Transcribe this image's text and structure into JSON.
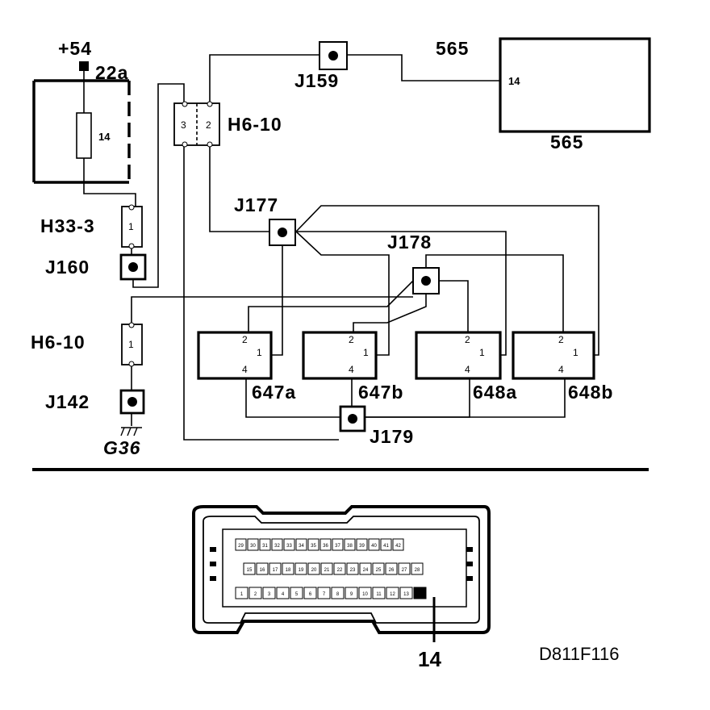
{
  "labels": {
    "supply": "+54",
    "fuse_ref": "22a",
    "fuse_no": "14",
    "ecu_top": "565",
    "ecu_bottom": "565",
    "ecu_pin": "14",
    "j159": "J159",
    "h6_top": "H6-10",
    "h6_pin3": "3",
    "h6_pin2": "2",
    "h33": "H33-3",
    "h33_pin": "1",
    "j160": "J160",
    "j177": "J177",
    "j178": "J178",
    "h6_bottom": "H6-10",
    "h6_bottom_pin": "1",
    "j142": "J142",
    "ground": "G36",
    "j179": "J179",
    "injectors": [
      {
        "name": "647a",
        "pin2": "2",
        "pin1": "1",
        "pin4": "4"
      },
      {
        "name": "647b",
        "pin2": "2",
        "pin1": "1",
        "pin4": "4"
      },
      {
        "name": "648a",
        "pin2": "2",
        "pin1": "1",
        "pin4": "4"
      },
      {
        "name": "648b",
        "pin2": "2",
        "pin1": "1",
        "pin4": "4"
      }
    ],
    "connector_pin": "14",
    "figure_code": "D811F116"
  },
  "connector": {
    "row1": [
      "29",
      "30",
      "31",
      "32",
      "33",
      "34",
      "35",
      "36",
      "37",
      "38",
      "39",
      "40",
      "41",
      "42"
    ],
    "row2": [
      "15",
      "16",
      "17",
      "18",
      "19",
      "20",
      "21",
      "22",
      "23",
      "24",
      "25",
      "26",
      "27",
      "28"
    ],
    "row3": [
      "1",
      "2",
      "3",
      "4",
      "5",
      "6",
      "7",
      "8",
      "9",
      "10",
      "11",
      "12",
      "13",
      "14"
    ]
  }
}
